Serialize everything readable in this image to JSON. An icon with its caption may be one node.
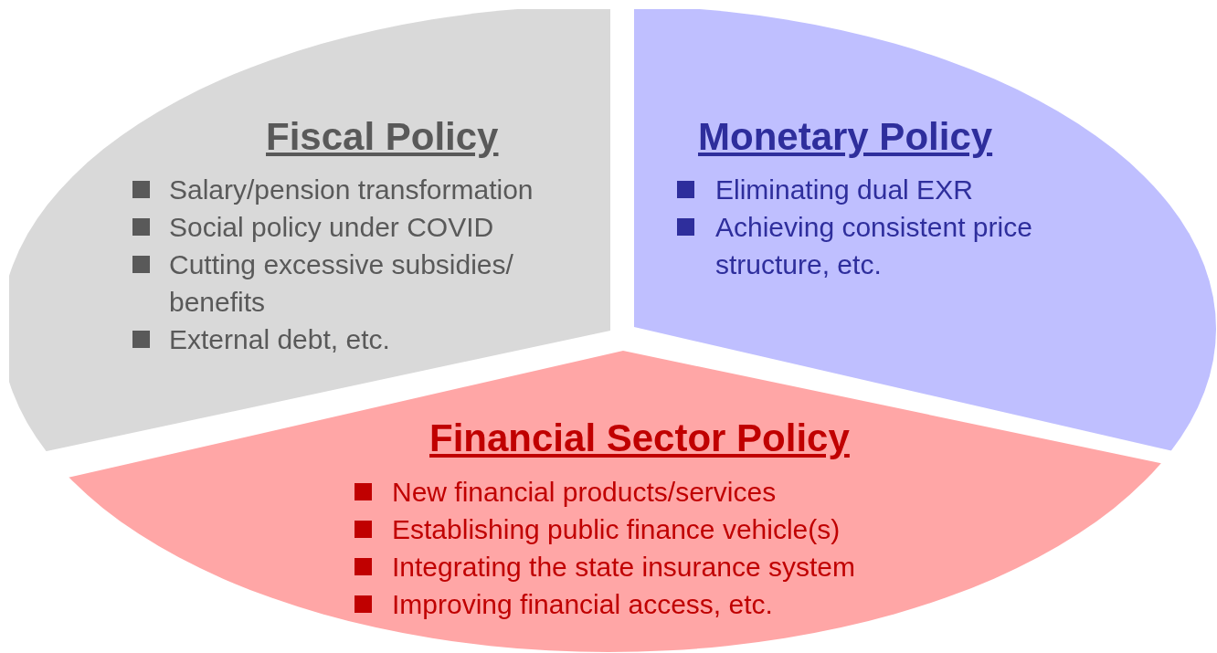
{
  "diagram": {
    "nodes": [
      {
        "text": [
          "Fiscal Policy",
          "Salary/pension transformation",
          "Social policy under COVID",
          "Cutting excessive subsidies/ benefits",
          "External debt, etc."
        ]
      },
      {
        "text": [
          "Monetary Policy",
          "Eliminating dual EXR",
          "Achieving consistent price structure, etc."
        ]
      },
      {
        "text": [
          "Financial Sector Policy",
          "New financial products/services",
          "Establishing public finance vehicle(s)",
          "Integrating the state insurance system",
          "Improving financial access, etc."
        ]
      }
    ]
  }
}
